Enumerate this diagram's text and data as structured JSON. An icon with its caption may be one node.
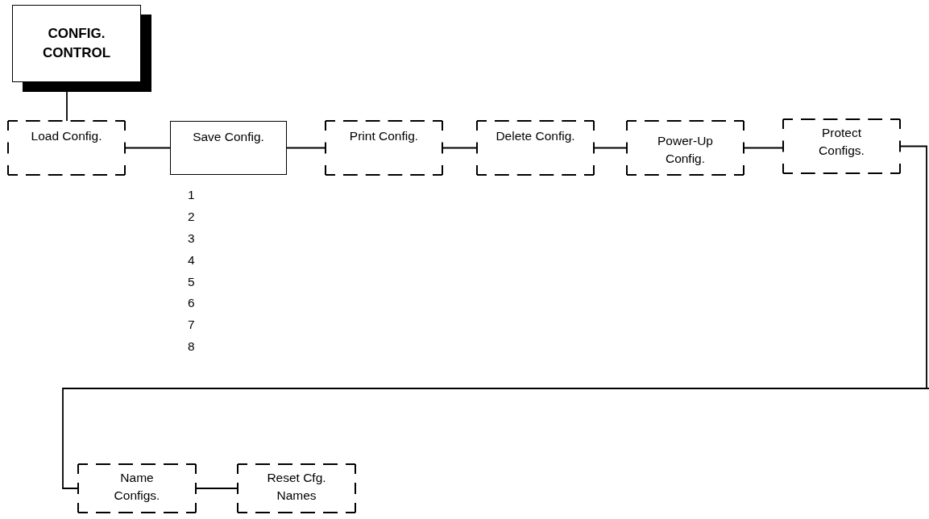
{
  "diagram": {
    "nodes": [
      {
        "text": [
          "CONFIG. CONTROL"
        ]
      },
      {
        "text": [
          "Load Config."
        ]
      },
      {
        "text": [
          "Save Config."
        ],
        "beside": [
          "1",
          "2",
          "3",
          "4",
          "5",
          "6",
          "7",
          "8"
        ]
      },
      {
        "text": [
          "Print Config."
        ]
      },
      {
        "text": [
          "Delete Config."
        ]
      },
      {
        "text": [
          "Power-Up Config."
        ]
      },
      {
        "text": [
          "Protect Configs."
        ]
      },
      {
        "text": [
          "Name Configs."
        ]
      },
      {
        "text": [
          "Reset Cfg. Names"
        ]
      }
    ],
    "edges": [
      {
        "from": 0,
        "to": 1,
        "arrow": "none"
      },
      {
        "from": 1,
        "to": 2,
        "arrow": "none"
      },
      {
        "from": 2,
        "to": 3,
        "arrow": "none"
      },
      {
        "from": 3,
        "to": 4,
        "arrow": "none"
      },
      {
        "from": 4,
        "to": 5,
        "arrow": "none"
      },
      {
        "from": 5,
        "to": 6,
        "arrow": "none"
      },
      {
        "from": 6,
        "to": 7,
        "arrow": "none"
      },
      {
        "from": 7,
        "to": 8,
        "arrow": "none"
      }
    ]
  }
}
